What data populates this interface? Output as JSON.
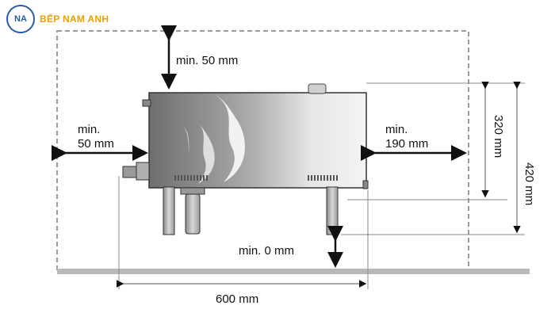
{
  "brand": {
    "logo_mark": "NA",
    "name": "BẾP NAM ANH"
  },
  "dimensions": {
    "top_clearance": "min. 50 mm",
    "left_clearance_line1": "min.",
    "left_clearance_line2": "50 mm",
    "right_clearance_line1": "min.",
    "right_clearance_line2": "190 mm",
    "bottom_clearance": "min. 0 mm",
    "width": "600 mm",
    "height_body": "320 mm",
    "height_total": "420 mm"
  },
  "colors": {
    "brand_blue": "#2c5aa0",
    "brand_orange": "#e8a20c",
    "line": "#111111",
    "floor": "#b8b8b8",
    "boundary": "#9a9a9a"
  }
}
